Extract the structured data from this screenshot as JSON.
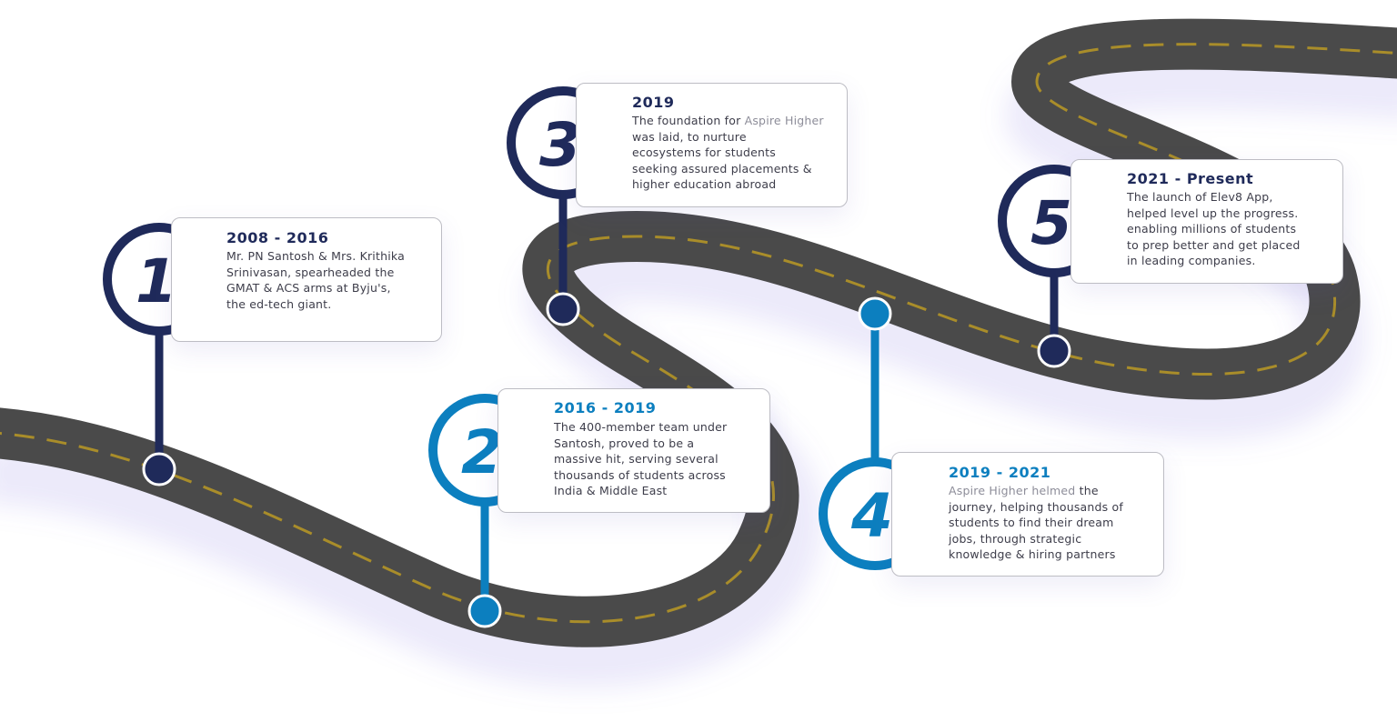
{
  "colors": {
    "navy": "#1f2a5a",
    "blue": "#0c7fbf",
    "road": "#4a4a4a",
    "road_dash": "#a98d2a",
    "card_border": "#bdbdc4",
    "text": "#3d3d4a"
  },
  "milestones": [
    {
      "number": "1",
      "year": "2008 - 2016",
      "desc_lines": [
        "Mr. PN Santosh & Mrs. Krithika",
        "Srinivasan, spearheaded the",
        "GMAT & ACS arms at Byju's,",
        "the ed-tech giant."
      ]
    },
    {
      "number": "2",
      "year": "2016 - 2019",
      "desc_lines": [
        "The 400-member team under",
        "Santosh, proved to be a",
        "massive hit, serving several",
        "thousands of students across",
        "India & Middle East"
      ]
    },
    {
      "number": "3",
      "year": "2019",
      "desc_pre": "The foundation for ",
      "desc_highlight": "Aspire Higher",
      "desc_lines": [
        "was laid, to nurture",
        "ecosystems for students",
        "seeking assured placements &",
        "higher education abroad"
      ]
    },
    {
      "number": "4",
      "year": "2019 - 2021",
      "desc_highlight": "Aspire Higher helmed",
      "desc_post": " the",
      "desc_lines": [
        "journey, helping thousands of",
        "students to find their dream",
        "jobs, through strategic",
        "knowledge & hiring partners"
      ]
    },
    {
      "number": "5",
      "year": "2021 - Present",
      "desc_lines": [
        "The launch of Elev8 App,",
        "helped level up the progress.",
        "enabling millions of students",
        "to prep better and get placed",
        "in leading companies."
      ]
    }
  ]
}
